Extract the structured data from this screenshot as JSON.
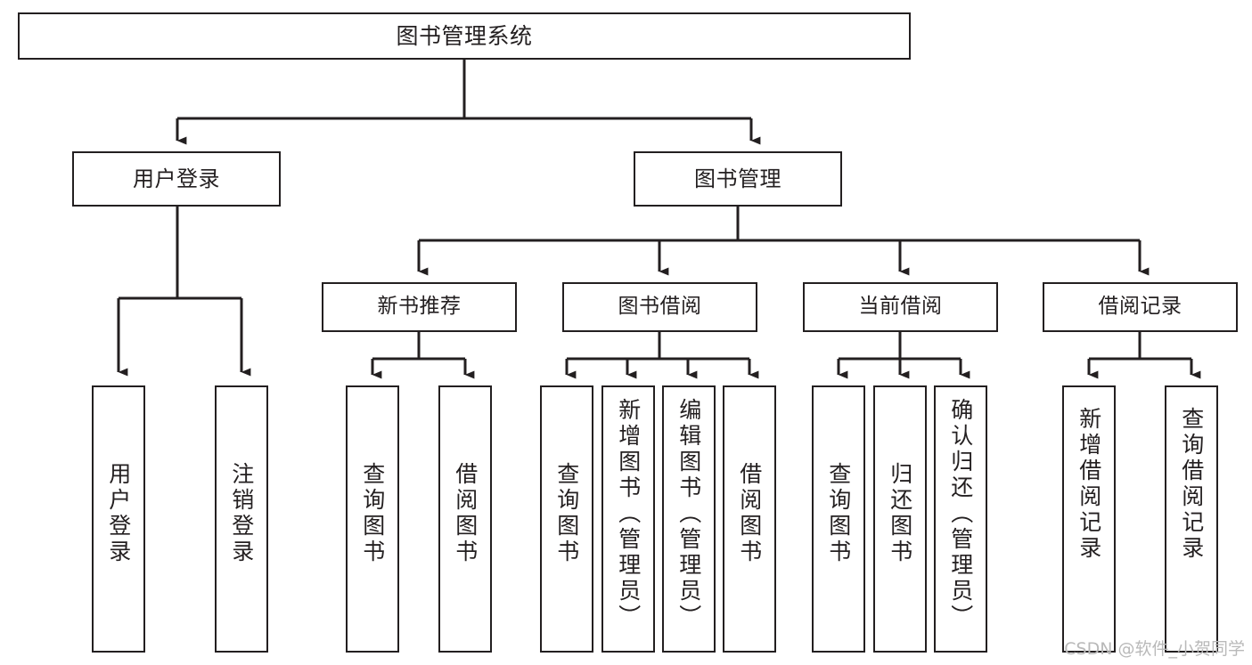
{
  "diagram": {
    "title": "图书管理系统",
    "type": "tree-hierarchy",
    "orientation": "top-down",
    "colors": {
      "stroke": "#231f20",
      "fill": "#ffffff",
      "background": "#ffffff",
      "watermark": "#b9b9b9"
    },
    "root": {
      "id": "root",
      "label": "图书管理系统"
    },
    "level2": [
      {
        "id": "user-login",
        "label": "用户登录"
      },
      {
        "id": "book-manage",
        "label": "图书管理"
      }
    ],
    "level3": [
      {
        "id": "new-book-recommend",
        "label": "新书推荐",
        "parent": "book-manage"
      },
      {
        "id": "book-borrow",
        "label": "图书借阅",
        "parent": "book-manage"
      },
      {
        "id": "current-borrow",
        "label": "当前借阅",
        "parent": "book-manage"
      },
      {
        "id": "borrow-record",
        "label": "借阅记录",
        "parent": "book-manage"
      }
    ],
    "leaves": [
      {
        "id": "leaf-user-login",
        "label": "用户登录",
        "parent": "user-login"
      },
      {
        "id": "leaf-logout",
        "label": "注销登录",
        "parent": "user-login"
      },
      {
        "id": "leaf-query-book-1",
        "label": "查询图书",
        "parent": "new-book-recommend"
      },
      {
        "id": "leaf-borrow-book-1",
        "label": "借阅图书",
        "parent": "new-book-recommend"
      },
      {
        "id": "leaf-query-book-2",
        "label": "查询图书",
        "parent": "book-borrow"
      },
      {
        "id": "leaf-add-book",
        "label": "新增图书（管理员）",
        "parent": "book-borrow"
      },
      {
        "id": "leaf-edit-book",
        "label": "编辑图书（管理员）",
        "parent": "book-borrow"
      },
      {
        "id": "leaf-borrow-book-2",
        "label": "借阅图书",
        "parent": "book-borrow"
      },
      {
        "id": "leaf-query-book-3",
        "label": "查询图书",
        "parent": "current-borrow"
      },
      {
        "id": "leaf-return-book",
        "label": "归还图书",
        "parent": "current-borrow"
      },
      {
        "id": "leaf-confirm-return",
        "label": "确认归还（管理员）",
        "parent": "current-borrow"
      },
      {
        "id": "leaf-add-record",
        "label": "新增借阅记录",
        "parent": "borrow-record"
      },
      {
        "id": "leaf-query-record",
        "label": "查询借阅记录",
        "parent": "borrow-record"
      }
    ],
    "watermark": "CSDN @软件_小贺同学"
  }
}
